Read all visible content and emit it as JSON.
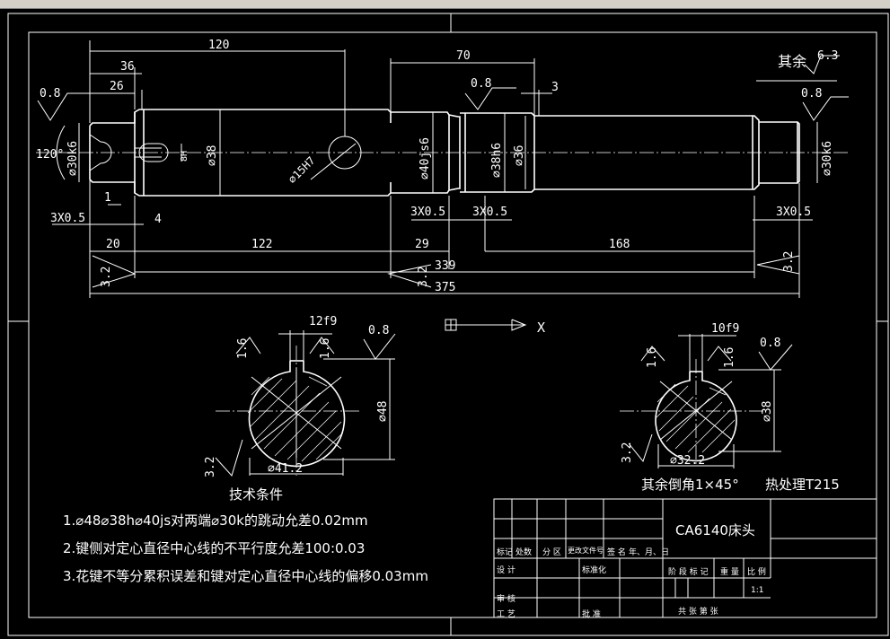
{
  "colors": {
    "background": "#000000",
    "lines": "#ffffff",
    "toolbar": "#d4d0c8"
  },
  "drawing": {
    "roughness_rest": "6.3",
    "rest_label": "其余",
    "dims": {
      "d120": "120",
      "d36": "36",
      "d26": "26",
      "d70": "70",
      "d3": "3",
      "d1": "1",
      "d4": "4",
      "d20": "20",
      "d122": "122",
      "d29": "29",
      "d168": "168",
      "d339": "339",
      "d375": "375",
      "c1": "3X0.5",
      "c2": "3X0.5",
      "c3": "3X0.5",
      "c4": "3X0.5",
      "dia30k6a": "⌀30k6",
      "dia30k6b": "⌀30k6",
      "dia38": "⌀38",
      "dia40js6": "⌀40js6",
      "dia38h6": "⌀38h6",
      "dia36": "⌀36",
      "hole": "⌀15H7",
      "key": "8H",
      "angle": "120°"
    },
    "roughness": {
      "r1": "0.8",
      "r2": "0.8",
      "r3": "0.8",
      "r4": "3.2",
      "r5": "3.2",
      "r6": "3.2"
    },
    "section_a": {
      "key": "12f9",
      "r_a": "1.6",
      "r_b": "1.6",
      "r_c": "0.8",
      "r_d": "3.2",
      "d_out": "⌀48",
      "d_in": "⌀41.2"
    },
    "section_b": {
      "key": "10f9",
      "r_a": "1.6",
      "r_b": "1.6",
      "r_c": "0.8",
      "r_d": "3.2",
      "d_out": "⌀38",
      "d_in": "⌀32.2"
    },
    "axis_label": "X",
    "chamfer_note": "其余倒角1×45°",
    "heat_note": "热处理T215"
  },
  "notes": {
    "title": "技术条件",
    "items": [
      "1.⌀48⌀38h⌀40js对两端⌀30k的跳动允差0.02mm",
      "2.键侧对定心直径中心线的不平行度允差100:0.03",
      "3.花键不等分累积误差和键对定心直径中心线的偏移0.03mm"
    ]
  },
  "title_block": {
    "name": "CA6140床头",
    "h_mark": "标记",
    "h_count": "处数",
    "h_zone": "分 区",
    "h_doc": "更改文件号",
    "h_sign": "签 名",
    "h_date": "年、月、日",
    "design": "设 计",
    "std": "标准化",
    "check": "审 核",
    "craft": "工 艺",
    "approve": "批 准",
    "stage": "阶 段 标 记",
    "weight": "重 量",
    "ratio_h": "比 例",
    "ratio": "1:1",
    "sheets": "共   张   第   张"
  }
}
